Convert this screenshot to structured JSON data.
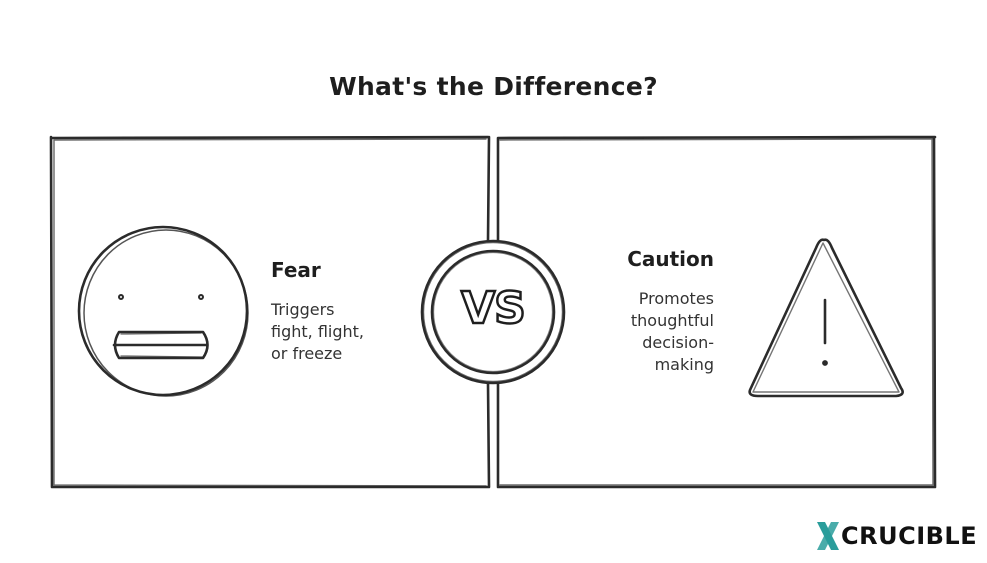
{
  "title": "What's the Difference?",
  "left": {
    "heading": "Fear",
    "description": "Triggers\nfight, flight,\nor freeze",
    "icon": "face-icon"
  },
  "right": {
    "heading": "Caution",
    "description": "Promotes\nthoughtful\ndecision-\nmaking",
    "icon": "warning-triangle-icon"
  },
  "vs": "VS",
  "brand": {
    "text": "CRUCIBLE",
    "mark": "X",
    "mark_color": "#2a9d9b"
  }
}
